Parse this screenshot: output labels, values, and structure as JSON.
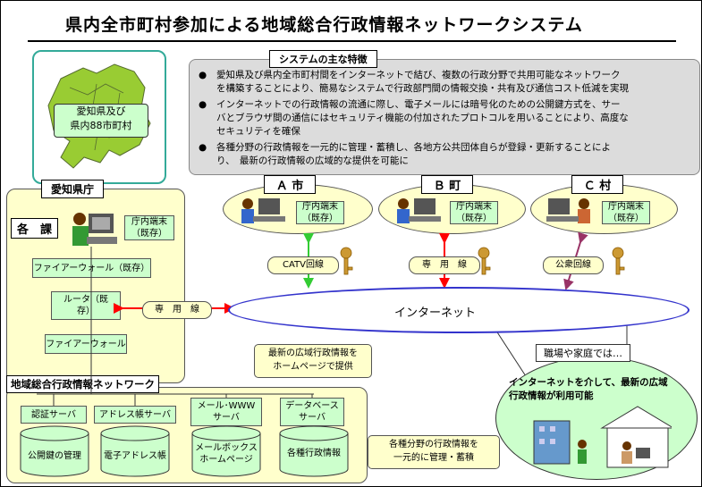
{
  "title": "県内全市町村参加による地域総合行政情報ネットワークシステム",
  "map": {
    "line1": "愛知県及び",
    "line2": "県内88市町村"
  },
  "features": {
    "heading": "システムの主な特徴",
    "bullet": "●",
    "items": [
      {
        "line1": "愛知県及び県内全市町村間をインターネットで結び、複数の行政分野で共用可能なネットワーク",
        "line2": "を構築することにより、簡易なシステムで行政部門間の情報交換・共有及び通信コスト低減を実現"
      },
      {
        "line1": "インターネットでの行政情報の流通に際し、電子メールには暗号化のための公開鍵方式を、サー",
        "line2": "バとブラウザ間の通信にはセキュリティ機能の付加されたプロトコルを用いることにより、高度な",
        "line3": "セキュリティを確保"
      },
      {
        "line1": "各種分野の行政情報を一元的に管理・蓄積し、各地方公共団体自らが登録・更新することによ",
        "line2": "り、　最新の行政情報の広域的な提供を可能に"
      }
    ]
  },
  "pref": {
    "label": "愛知県庁",
    "section": "各　課",
    "terminal": {
      "line1": "庁内端末",
      "line2": "（既存）"
    },
    "firewall1": "ファイアーウォール（既存）",
    "router": {
      "line1": "ルータ（既",
      "line2": "存）"
    },
    "firewall2": "ファイアーウォール"
  },
  "network": {
    "label": "地域総合行政情報ネットワーク",
    "servers": [
      {
        "line1": "認証サーバ",
        "line2": ""
      },
      {
        "line1": "アドレス帳サーバ",
        "line2": ""
      },
      {
        "line1": "メール･WWW",
        "line2": "サーバ"
      },
      {
        "line1": "データベース",
        "line2": "サーバ"
      }
    ],
    "dbs": [
      {
        "line1": "公開鍵の管理",
        "line2": ""
      },
      {
        "line1": "電子アドレス帳",
        "line2": ""
      },
      {
        "line1": "メールボックス",
        "line2": "ホームページ"
      },
      {
        "line1": "各種行政情報",
        "line2": ""
      }
    ]
  },
  "municipalities": [
    {
      "name": "Ａ 市",
      "terminal1": "庁内端末",
      "terminal2": "（既存）",
      "line": "CATV回線"
    },
    {
      "name": "Ｂ 町",
      "terminal1": "庁内端末",
      "terminal2": "（既存）",
      "line": "専　用　線"
    },
    {
      "name": "Ｃ 村",
      "terminal1": "庁内端末",
      "terminal2": "（既存）",
      "line": "公衆回線"
    }
  ],
  "leased_line": "専　用　線",
  "internet": "インターネット",
  "callout_top": {
    "line1": "最新の広域行政情報を",
    "line2": "ホームページで提供"
  },
  "callout_bottom": {
    "line1": "各種分野の行政情報を",
    "line2": "一元的に管理・蓄積"
  },
  "home": {
    "label": "職場や家庭では…",
    "line1": "インターネットを介して、最新の広域",
    "line2": "行政情報が利用可能"
  },
  "colors": {
    "green_fill": "#ccffcc",
    "yellow_fill": "#ffffcc",
    "oval_fill": "#ffffcc",
    "arrow_red": "#ff0000",
    "arrow_green": "#33cc33",
    "arrow_purple": "#993366",
    "key": "#cc9933",
    "home_fill": "#ccffcc"
  }
}
